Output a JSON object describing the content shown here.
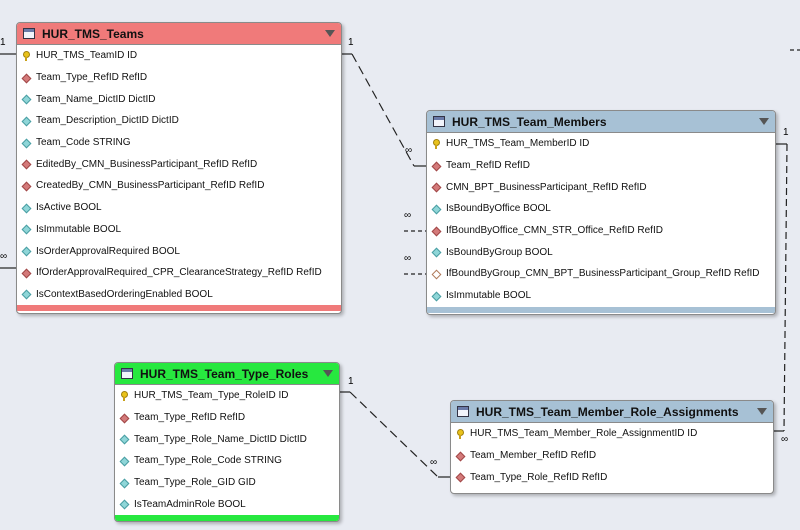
{
  "colors": {
    "background": "#e8ebf2",
    "teams_header": "#f07a7a",
    "members_header": "#a7c1d5",
    "type_roles_header": "#27e83f",
    "assignments_header": "#a7c1d5",
    "line": "#222222"
  },
  "tables": {
    "teams": {
      "title": "HUR_TMS_Teams",
      "columns": [
        {
          "name": "HUR_TMS_TeamID ID",
          "icon": "key"
        },
        {
          "name": "Team_Type_RefID RefID",
          "icon": "fk"
        },
        {
          "name": "Team_Name_DictID DictID",
          "icon": "attr"
        },
        {
          "name": "Team_Description_DictID DictID",
          "icon": "attr"
        },
        {
          "name": "Team_Code STRING",
          "icon": "attr"
        },
        {
          "name": "EditedBy_CMN_BusinessParticipant_RefID RefID",
          "icon": "fk"
        },
        {
          "name": "CreatedBy_CMN_BusinessParticipant_RefID RefID",
          "icon": "fk"
        },
        {
          "name": "IsActive BOOL",
          "icon": "attr"
        },
        {
          "name": "IsImmutable BOOL",
          "icon": "attr"
        },
        {
          "name": "IsOrderApprovalRequired BOOL",
          "icon": "attr"
        },
        {
          "name": "IfOrderApprovalRequired_CPR_ClearanceStrategy_RefID RefID",
          "icon": "fk"
        },
        {
          "name": "IsContextBasedOrderingEnabled BOOL",
          "icon": "attr"
        }
      ]
    },
    "members": {
      "title": "HUR_TMS_Team_Members",
      "columns": [
        {
          "name": "HUR_TMS_Team_MemberID ID",
          "icon": "key"
        },
        {
          "name": "Team_RefID RefID",
          "icon": "fk"
        },
        {
          "name": "CMN_BPT_BusinessParticipant_RefID RefID",
          "icon": "fk"
        },
        {
          "name": "IsBoundByOffice BOOL",
          "icon": "attr"
        },
        {
          "name": "IfBoundByOffice_CMN_STR_Office_RefID RefID",
          "icon": "fk"
        },
        {
          "name": "IsBoundByGroup BOOL",
          "icon": "attr"
        },
        {
          "name": "IfBoundByGroup_CMN_BPT_BusinessParticipant_Group_RefID RefID",
          "icon": "optfk"
        },
        {
          "name": "IsImmutable BOOL",
          "icon": "attr"
        }
      ]
    },
    "type_roles": {
      "title": "HUR_TMS_Team_Type_Roles",
      "columns": [
        {
          "name": "HUR_TMS_Team_Type_RoleID ID",
          "icon": "key"
        },
        {
          "name": "Team_Type_RefID RefID",
          "icon": "fk"
        },
        {
          "name": "Team_Type_Role_Name_DictID DictID",
          "icon": "attr"
        },
        {
          "name": "Team_Type_Role_Code STRING",
          "icon": "attr"
        },
        {
          "name": "Team_Type_Role_GID GID",
          "icon": "attr"
        },
        {
          "name": "IsTeamAdminRole BOOL",
          "icon": "attr"
        }
      ]
    },
    "assignments": {
      "title": "HUR_TMS_Team_Member_Role_Assignments",
      "columns": [
        {
          "name": "HUR_TMS_Team_Member_Role_AssignmentID ID",
          "icon": "key"
        },
        {
          "name": "Team_Member_RefID RefID",
          "icon": "fk"
        },
        {
          "name": "Team_Type_Role_RefID RefID",
          "icon": "fk"
        }
      ]
    }
  },
  "cardinality": {
    "one": "1",
    "many": "∞"
  }
}
